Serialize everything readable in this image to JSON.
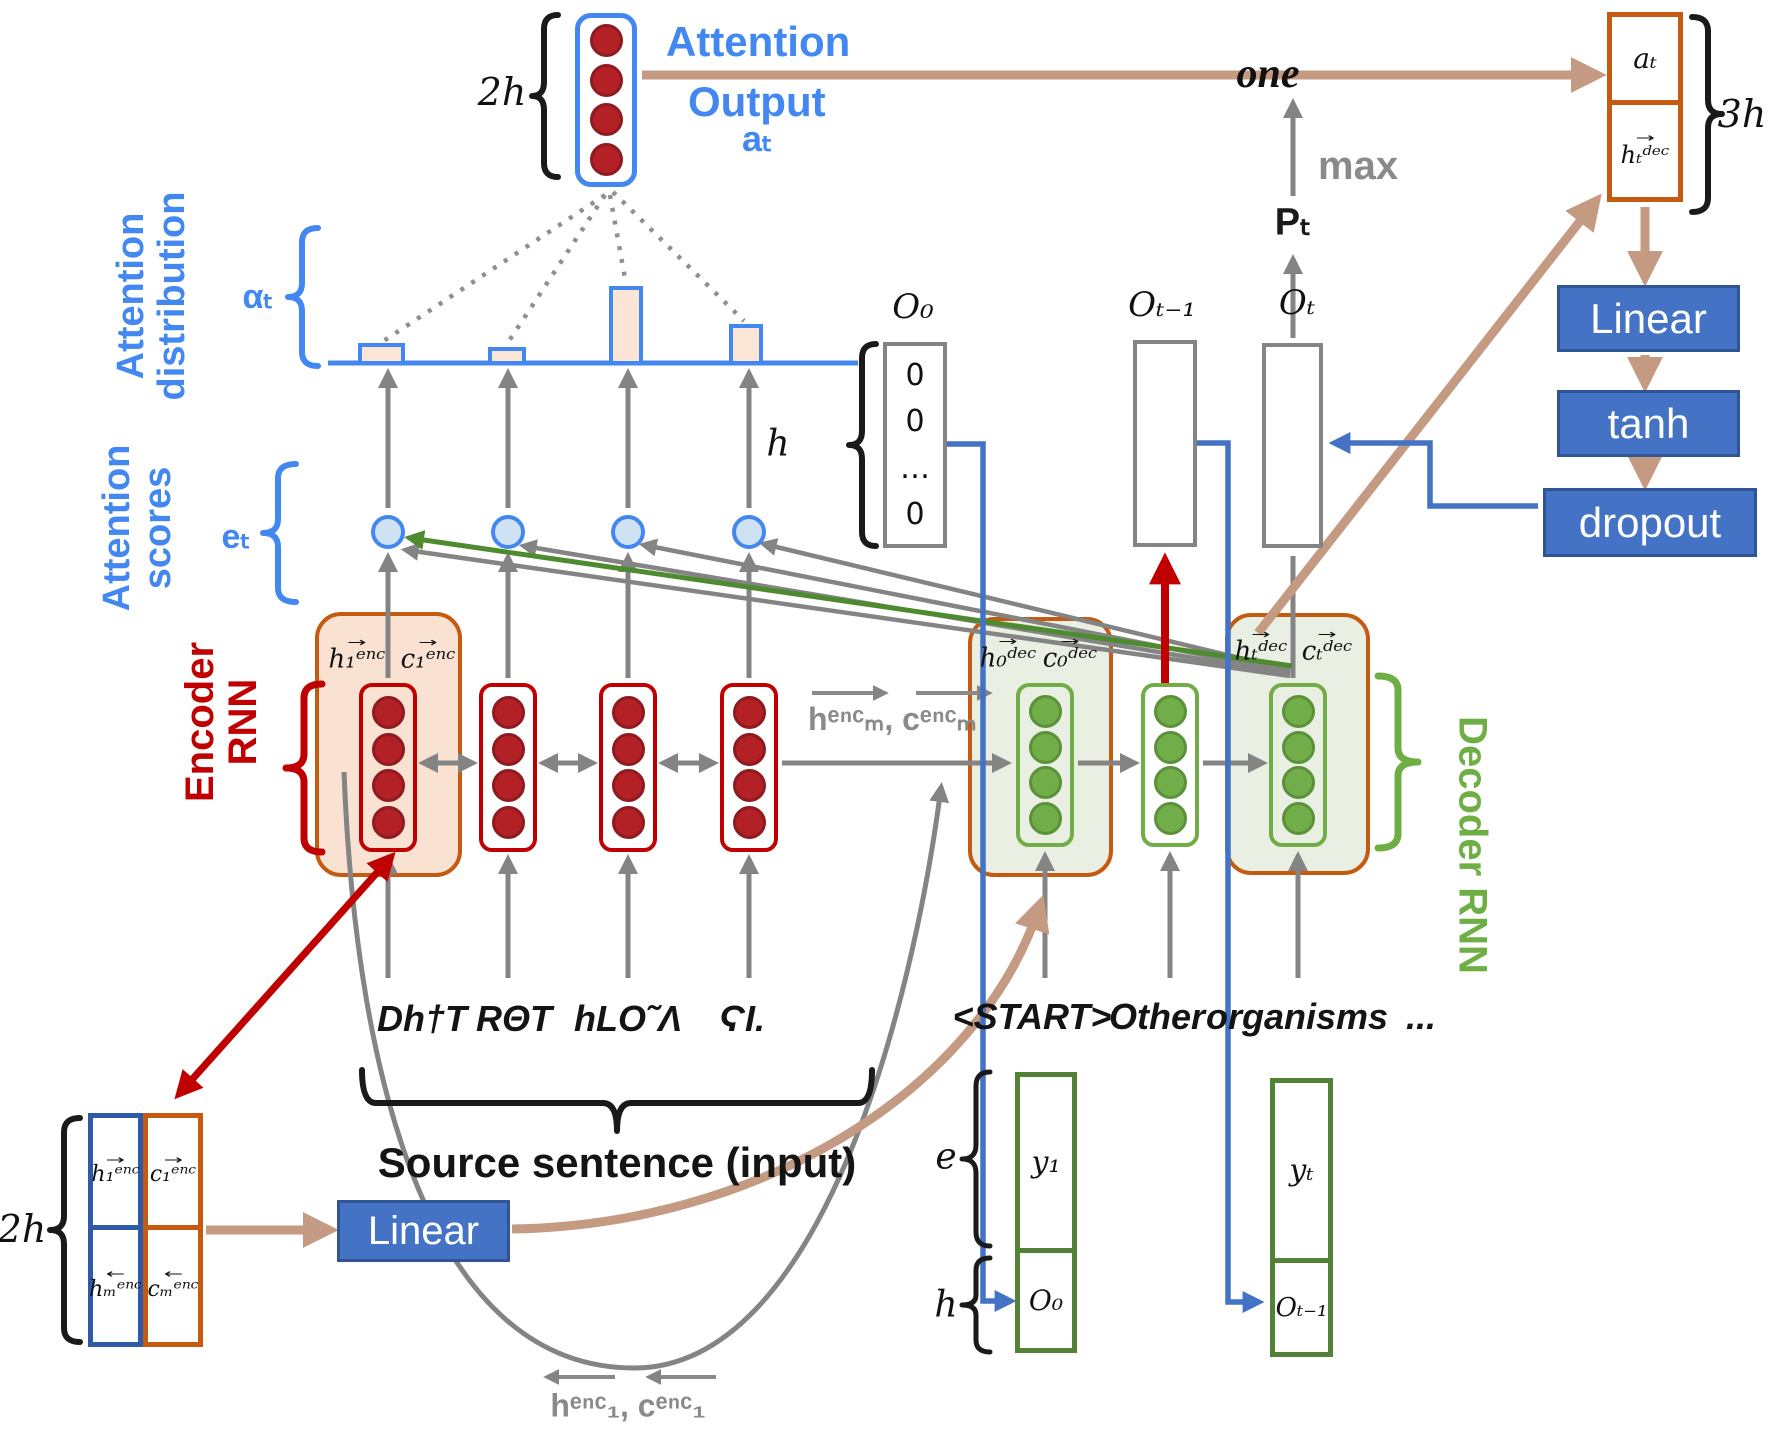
{
  "colors": {
    "blue_accent": "#4387f0",
    "office_blue": "#4472c4",
    "tan": "#c49a82",
    "red": "#c00000",
    "encoder_red": "#b32025",
    "orange_highlight": "#c55a11",
    "decoder_green": "#70ad47",
    "dark_green": "#538135",
    "wire_gray": "#848484",
    "bar_fill": "#fbe5d6",
    "score_fill": "#cfe2f3"
  },
  "glyphs": {
    "vec_right": "→",
    "vec_left": "←"
  },
  "attention_output": {
    "line1": "Attention",
    "line2": "Output",
    "symbol": "aₜ",
    "dim_label": "2h"
  },
  "attention_distribution": {
    "line1": "Attention",
    "line2": "distribution",
    "symbol": "αₜ"
  },
  "attention_scores": {
    "line1": "Attention",
    "line2": "scores",
    "symbol": "eₜ"
  },
  "top_flow": {
    "one_label": "one",
    "max_label": "max",
    "p_label": "Pₜ"
  },
  "context_box": {
    "a_label": "aₜ",
    "h_label": "hₜᵈᵉᶜ",
    "dim_label": "3h"
  },
  "mlp_right": {
    "linear": "Linear",
    "tanh": "tanh",
    "dropout": "dropout"
  },
  "output_vectors": {
    "o0_label": "O₀",
    "o0_values": [
      "0",
      "0",
      "…",
      "0"
    ],
    "o0_dim": "h",
    "ot1_label": "Oₜ₋₁",
    "ot_label": "Oₜ"
  },
  "encoder": {
    "title_line1": "Encoder",
    "title_line2": "RNN",
    "h1": "h₁ᵉⁿᶜ",
    "c1": "c₁ᵉⁿᶜ"
  },
  "decoder": {
    "title": "Decoder RNN",
    "h0": "h₀ᵈᵉᶜ",
    "c0": "c₀ᵈᵉᶜ",
    "ht": "hₜᵈᵉᶜ",
    "ct": "cₜᵈᵉᶜ"
  },
  "wires": {
    "enc_m": "hᵉⁿᶜₘ, cᵉⁿᶜₘ",
    "enc_1": "hᵉⁿᶜ₁, cᵉⁿᶜ₁"
  },
  "source": {
    "words": [
      "Dh†T",
      "RΘT",
      "hLO˜Λ",
      "ϚƖ."
    ],
    "caption": "Source sentence (input)"
  },
  "target": {
    "words": [
      "<START>",
      "Other",
      "organisms",
      "..."
    ]
  },
  "bottom_left": {
    "dim_label": "2h",
    "h1": "h₁ᵉⁿᶜ",
    "c1": "c₁ᵉⁿᶜ",
    "hm": "hₘᵉⁿᶜ",
    "cm": "cₘᵉⁿᶜ",
    "linear": "Linear"
  },
  "embeddings": {
    "e_dim": "e",
    "h_dim": "h",
    "y1": "y₁",
    "o0": "O₀",
    "yt": "yₜ",
    "ot1": "Oₜ₋₁"
  }
}
